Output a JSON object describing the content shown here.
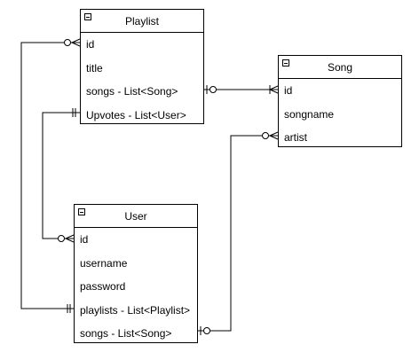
{
  "entities": {
    "playlist": {
      "title": "Playlist",
      "fields": [
        "id",
        "title",
        "songs - List<Song>",
        "Upvotes - List<User>"
      ]
    },
    "song": {
      "title": "Song",
      "fields": [
        "id",
        "songname",
        "artist"
      ]
    },
    "user": {
      "title": "User",
      "fields": [
        "id",
        "username",
        "password",
        "playlists - List<Playlist>",
        "songs - List<Song>"
      ]
    }
  },
  "colors": {
    "line": "#000000",
    "background": "#ffffff"
  },
  "icons": {
    "collapse": "minus-square-icon"
  }
}
